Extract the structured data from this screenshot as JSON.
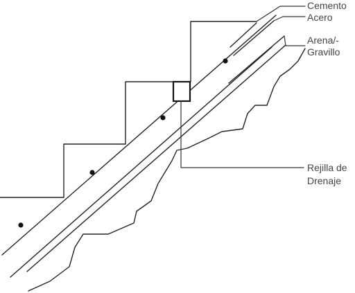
{
  "diagram": {
    "labels": {
      "cement": "Cemento",
      "steel": "Acero",
      "sand_line1": "Arena/-",
      "sand_line2": "Gravillo",
      "drain_line1": "Rejilla de",
      "drain_line2": "Drenaje"
    },
    "stroke_color": "#222222",
    "text_color": "#444444"
  }
}
